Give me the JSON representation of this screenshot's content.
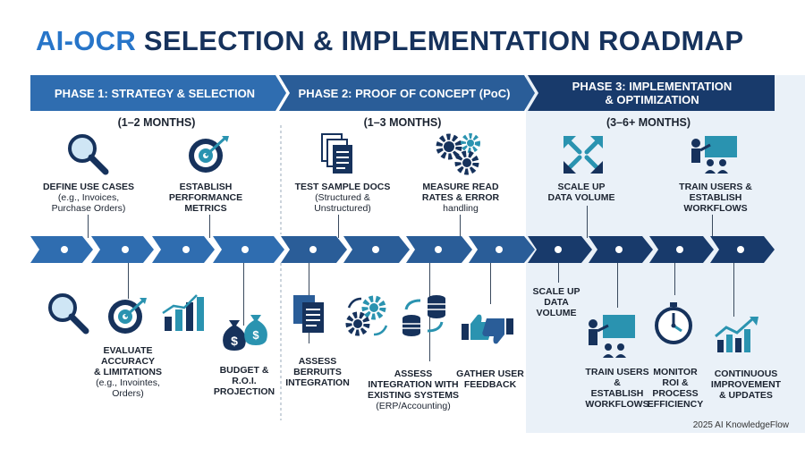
{
  "title": {
    "part1": "AI-OCR",
    "part2": " SELECTION & IMPLEMENTATION ROADMAP"
  },
  "colors": {
    "accent": "#2775c9",
    "navy": "#16325c",
    "teal": "#2a93b0",
    "phase1": "#2f6db0",
    "phase2": "#2a5d98",
    "phase3": "#183a6b"
  },
  "phases": [
    {
      "label": "PHASE 1: STRATEGY & SELECTION",
      "duration": "(1–2 MONTHS)"
    },
    {
      "label": "PHASE 2: PROOF OF CONCEPT (PoC)",
      "duration": "(1–3 MONTHS)"
    },
    {
      "label_line1": "PHASE 3: IMPLEMENTATION",
      "label_line2": "& OPTIMIZATION",
      "duration": "(3–6+ MONTHS)"
    }
  ],
  "top_items": [
    {
      "l1": "DEFINE USE CASES",
      "l2": "(e.g., Invoices,",
      "l3": "Purchase Orders)",
      "icon": "magnifier-icon"
    },
    {
      "l1": "ESTABLISH",
      "l2": "PERFORMANCE",
      "l3": "METRICS",
      "icon": "target-icon"
    },
    {
      "l1": "TEST SAMPLE DOCS",
      "l2": "(Structured &",
      "l3": "Unstructured)",
      "icon": "documents-icon"
    },
    {
      "l1": "MEASURE READ",
      "l2": "RATES & ERROR",
      "l3": "handling",
      "icon": "gears-icon"
    },
    {
      "l1": "SCALE UP",
      "l2": "DATA VOLUME",
      "icon": "expand-arrows-icon"
    },
    {
      "l1": "TRAIN USERS &",
      "l2": "ESTABLISH",
      "l3": "WORKFLOWS",
      "icon": "presentation-icon"
    }
  ],
  "bottom_items": [
    {
      "l1": "EVALUATE",
      "l2": "ACCURACY",
      "l3": "& LIMITATIONS",
      "l4": "(e.g., Invointes,",
      "l5": "Orders)"
    },
    {
      "l1": "BUDGET &",
      "l2": "R.O.I.",
      "l3": "PROJECTION"
    },
    {
      "l1": "ASSESS",
      "l2": "BERRUITS",
      "l3": "INTEGRATION"
    },
    {
      "l1": "ASSESS",
      "l2": "INTEGRATION WITH",
      "l3": "EXISTING SYSTEMS",
      "l4": "(ERP/Accounting)"
    },
    {
      "l1": "GATHER USER",
      "l2": "FEEDBACK"
    },
    {
      "l1": "SCALE UP",
      "l2": "DATA",
      "l3": "VOLUME"
    },
    {
      "l1": "TRAIN USERS",
      "l2": "&",
      "l3": "ESTABLISH",
      "l4": "WORKFLOWS"
    },
    {
      "l1": "MONITOR",
      "l2": "ROI &",
      "l3": "PROCESS",
      "l4": "EFFICIENCY"
    },
    {
      "l1": "CONTINUOUS",
      "l2": "IMPROVEMENT",
      "l3": "& UPDATES"
    }
  ],
  "footer": "2025 AI KnowledgeFlow"
}
